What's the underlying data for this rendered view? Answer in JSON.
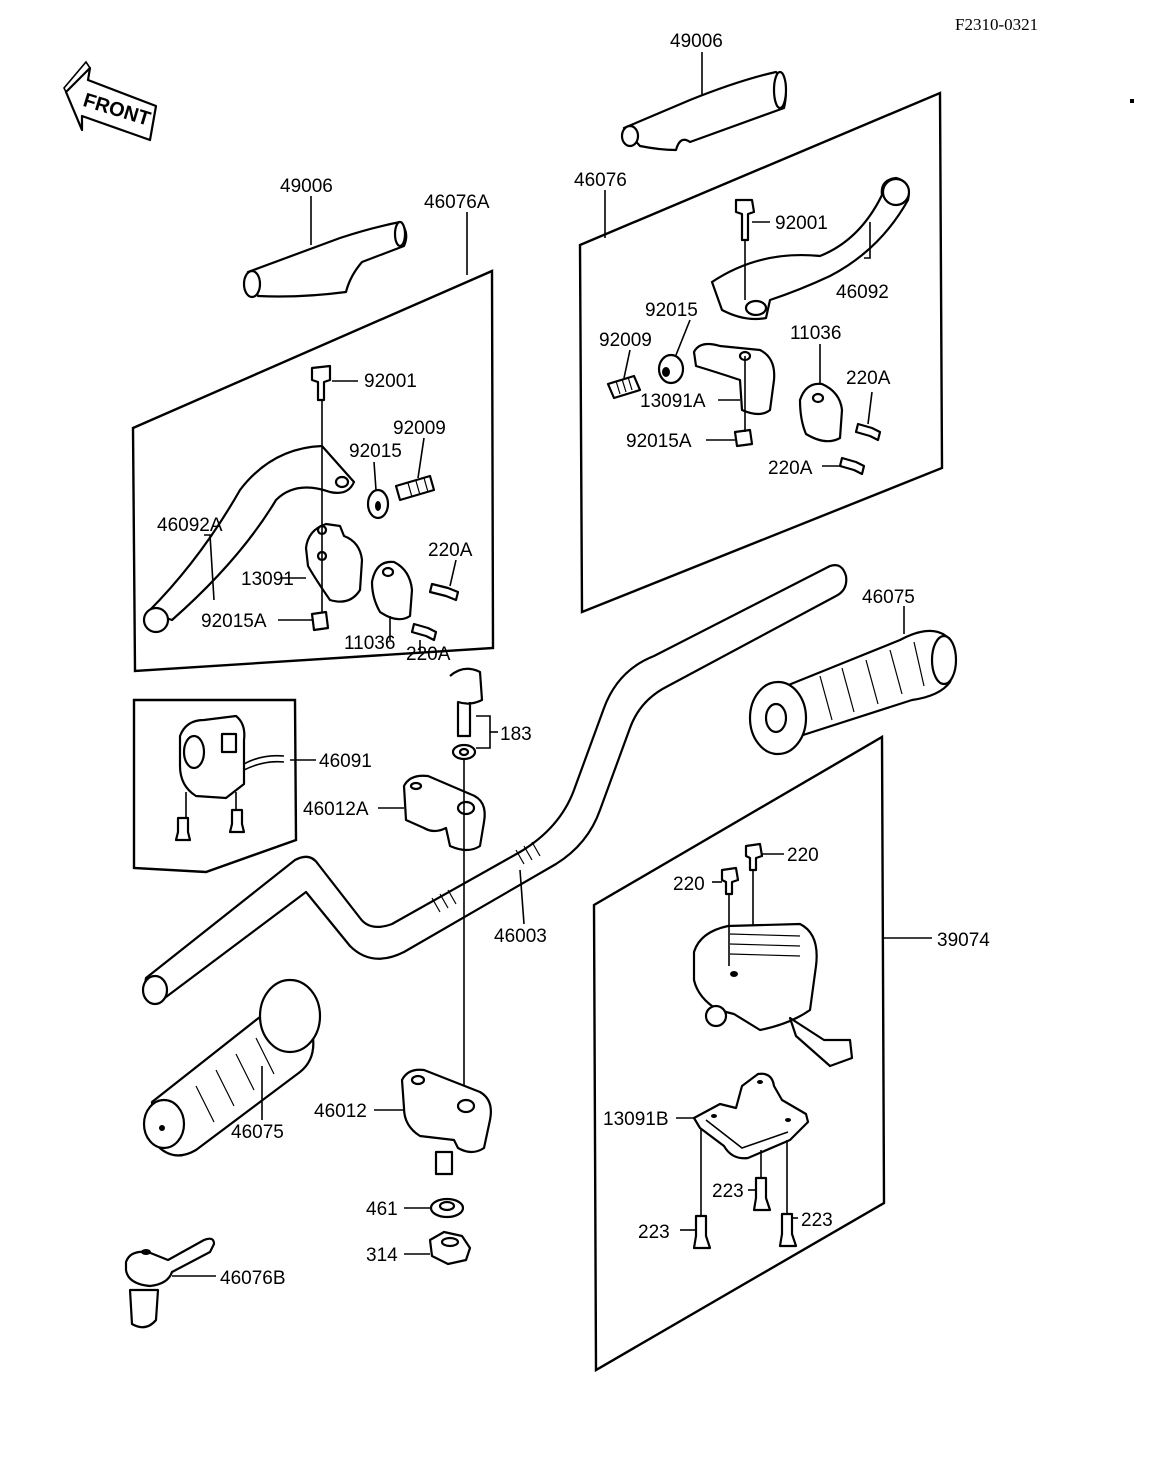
{
  "reference_code": "F2310-0321",
  "front_label": "FRONT",
  "labels": {
    "l49006_right": "49006",
    "l46076": "46076",
    "l92001_right": "92001",
    "l46092": "46092",
    "l92015_right": "92015",
    "l92009_right": "92009",
    "l11036_right": "11036",
    "l13091A": "13091A",
    "l220A_r1": "220A",
    "l92015A_right": "92015A",
    "l220A_r2": "220A",
    "l49006_left": "49006",
    "l46076A": "46076A",
    "l92001_left": "92001",
    "l92009_left": "92009",
    "l92015_left": "92015",
    "l46092A": "46092A",
    "l220A_l1": "220A",
    "l13091": "13091",
    "l92015A_left": "92015A",
    "l11036_left": "11036",
    "l220A_l2": "220A",
    "l46075_right": "46075",
    "l183": "183",
    "l46091": "46091",
    "l46012A": "46012A",
    "l220_a": "220",
    "l220_b": "220",
    "l46003": "46003",
    "l39074": "39074",
    "l46075_left": "46075",
    "l46012": "46012",
    "l13091B": "13091B",
    "l223_a": "223",
    "l223_b": "223",
    "l223_c": "223",
    "l461": "461",
    "l314": "314",
    "l46076B": "46076B"
  }
}
